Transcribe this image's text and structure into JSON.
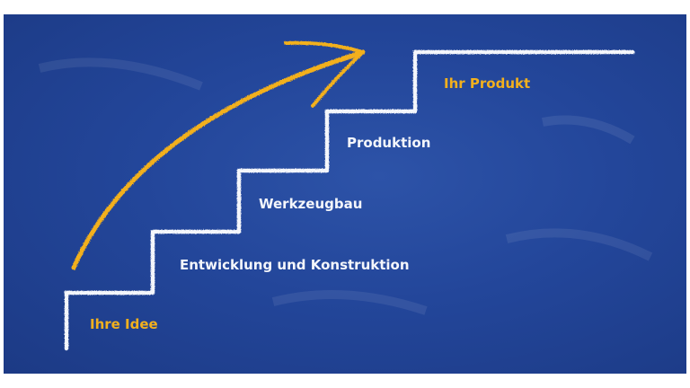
{
  "colors": {
    "board_blue": "#23469a",
    "chalk_white": "#f4f6fb",
    "accent_yellow": "#f2b01e"
  },
  "steps": [
    {
      "label": "Ihre Idee",
      "color": "yellow"
    },
    {
      "label": "Entwicklung und Konstruktion",
      "color": "white"
    },
    {
      "label": "Werkzeugbau",
      "color": "white"
    },
    {
      "label": "Produktion",
      "color": "white"
    },
    {
      "label": "Ihr Produkt",
      "color": "yellow"
    }
  ],
  "icons": [
    "chalk-staircase-icon",
    "chalk-arrow-icon"
  ]
}
